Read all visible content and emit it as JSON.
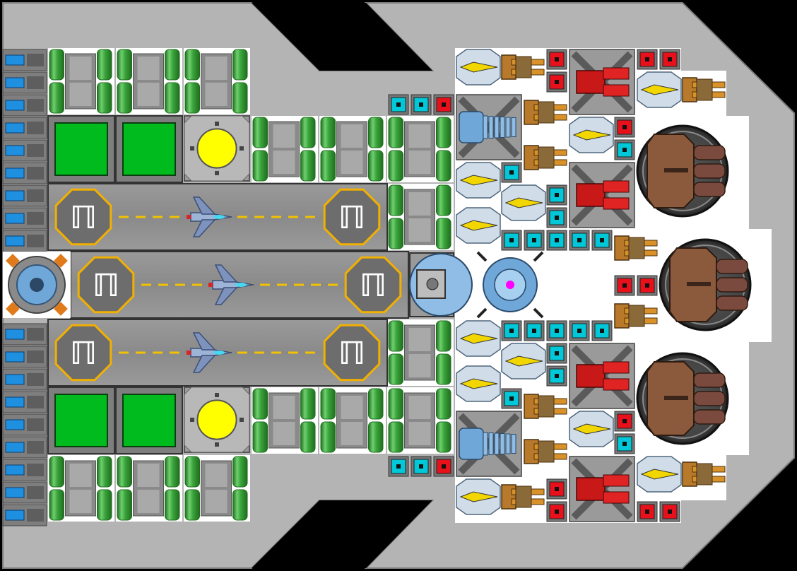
{
  "scene": {
    "name": "ship-layout",
    "colors": {
      "background": "#000000",
      "hull": "#b4b4b4",
      "hull_dark": "#8f8f8f",
      "floor": "#ffffff",
      "grid": "#c8c8c8",
      "tank_green": "#3aa33a",
      "tank_green_light": "#6fd06f",
      "tank_green_dark": "#1f6e1f",
      "pipe_grey": "#8a8a8a",
      "runway": "#888888",
      "runway_dark": "#5e5e5e",
      "runway_line": "#f2c200",
      "pad_border": "#f2b000",
      "pad_fill": "#6d6d6d",
      "yellow_core": "#ffff00",
      "green_block": "#00bb1e",
      "cyan_chip": "#00c8d8",
      "red_chip": "#e8101a",
      "blue_battery": "#1f8fe0",
      "gold_turret": "#d9912a",
      "blue_turret": "#6ea7d8",
      "red_turret": "#c81818",
      "brown_turret": "#8b5a3c",
      "magenta_core": "#ff00ff"
    },
    "hangar_pad_glyph": "ℿ",
    "fighters": [
      {
        "name": "fighter-top",
        "bay": 1
      },
      {
        "name": "fighter-middle",
        "bay": 2
      },
      {
        "name": "fighter-bottom",
        "bay": 3
      }
    ]
  }
}
